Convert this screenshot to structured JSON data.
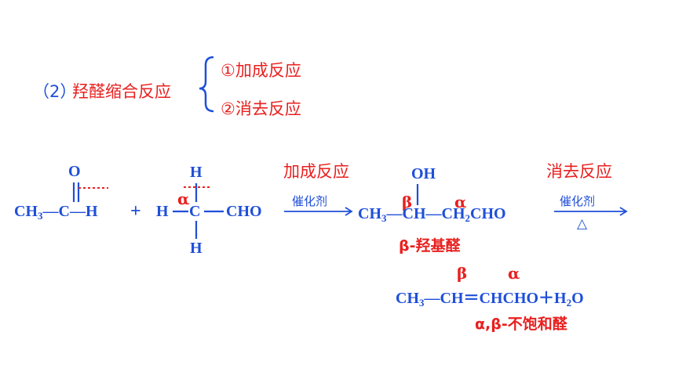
{
  "header": {
    "section_label": "（2）",
    "topic": "羟醛缩合反应",
    "branch_1": "①加成反应",
    "branch_2": "②消去反应"
  },
  "reaction_1": {
    "reactant_1": {
      "o_atom": "O",
      "ch3": "CH",
      "sub3": "3",
      "bond_c": "—C—H"
    },
    "plus": "+",
    "reactant_2": {
      "top_h": "H",
      "h_left": "H",
      "c_center": "C",
      "cho": "CHO",
      "bottom_h": "H",
      "alpha": "α"
    },
    "arrow_label_top": "加成反应",
    "arrow_label_catalyst": "催化剂"
  },
  "product_1": {
    "oh": "OH",
    "beta": "β",
    "alpha": "α",
    "ch3": "CH",
    "sub3": "3",
    "mid": "—CH—CH",
    "sub2": "2",
    "cho": "CHO",
    "name": "β-羟基醛"
  },
  "reaction_2": {
    "arrow_label_top": "消去反应",
    "arrow_label_catalyst": "催化剂",
    "arrow_label_heat": "△"
  },
  "product_2": {
    "beta": "β",
    "alpha": "α",
    "ch3": "CH",
    "sub3": "3",
    "rest": "—CH＝CHCHO＋H",
    "sub2": "2",
    "o": "O",
    "name": "α,β-不饱和醛"
  },
  "colors": {
    "blue": "#1f4fd8",
    "red": "#e8201f"
  }
}
